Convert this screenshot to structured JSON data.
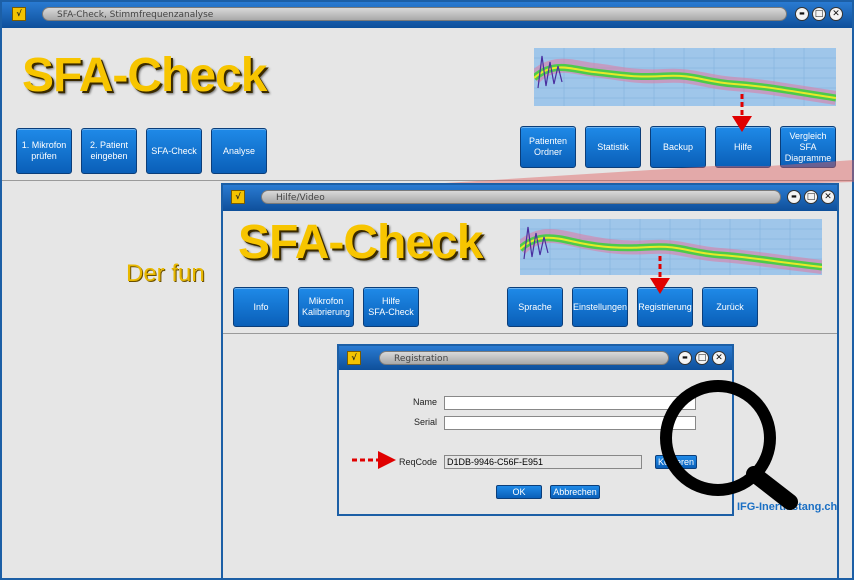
{
  "main_window": {
    "title": "SFA-Check, Stimmfrequenzanalyse",
    "logo": "SFA-Check",
    "left_buttons": [
      "1. Mikrofon\nprüfen",
      "2. Patient\neingeben",
      "SFA-Check",
      "Analyse"
    ],
    "right_buttons": [
      "Patienten\nOrdner",
      "Statistik",
      "Backup",
      "Hilfe",
      "Vergleich\nSFA\nDiagramme"
    ],
    "partial_text": "Der fun"
  },
  "help_window": {
    "title": "Hilfe/Video",
    "logo": "SFA-Check",
    "left_buttons": [
      "Info",
      "Mikrofon\nKalibrierung",
      "Hilfe\nSFA-Check"
    ],
    "right_buttons": [
      "Sprache",
      "Einstellungen",
      "Registrierung",
      "Zurück"
    ]
  },
  "registration": {
    "title": "Registration",
    "name_label": "Name",
    "serial_label": "Serial",
    "reqcode_label": "ReqCode",
    "reqcode_value": "D1DB-9946-C56F-E951",
    "kopieren_label": "Kopieren",
    "ok_label": "OK",
    "cancel_label": "Abbrechen"
  },
  "watermark": "IFG-Inertiastang.ch",
  "window_controls": {
    "minimize": "▬",
    "maximize": "□",
    "close": "✕"
  },
  "colors": {
    "accent": "#1c5fa6",
    "logo": "#f7c500",
    "arrow": "#e00000"
  }
}
